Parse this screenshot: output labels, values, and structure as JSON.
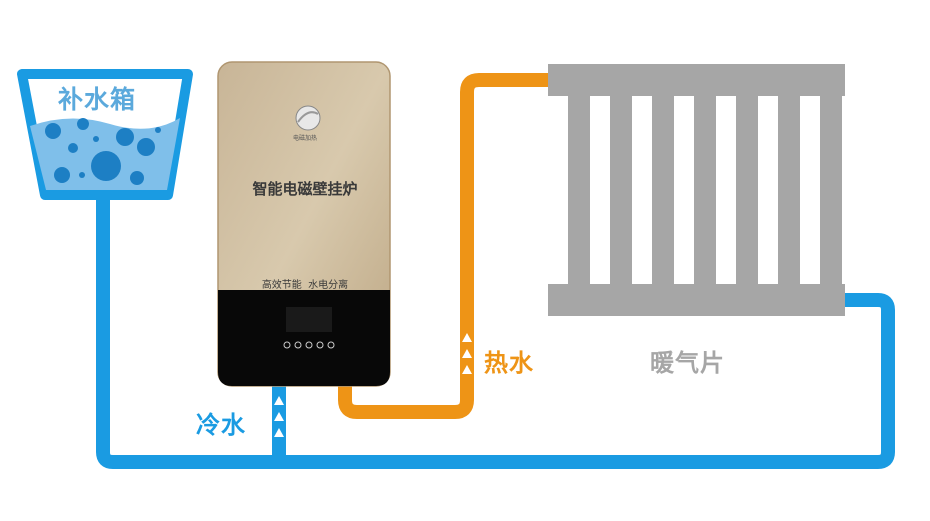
{
  "tank": {
    "label": "补水箱"
  },
  "boiler": {
    "title": "智能电磁壁挂炉",
    "slogan": "高效节能  水电分离",
    "logo_text": "电磁加热"
  },
  "labels": {
    "cold_water": "冷水",
    "hot_water": "热水",
    "radiator": "暖气片"
  },
  "colors": {
    "cold_pipe": "#1a9be2",
    "hot_pipe": "#ee9416",
    "radiator": "#a6a6a6",
    "water": "#7fbfea"
  }
}
